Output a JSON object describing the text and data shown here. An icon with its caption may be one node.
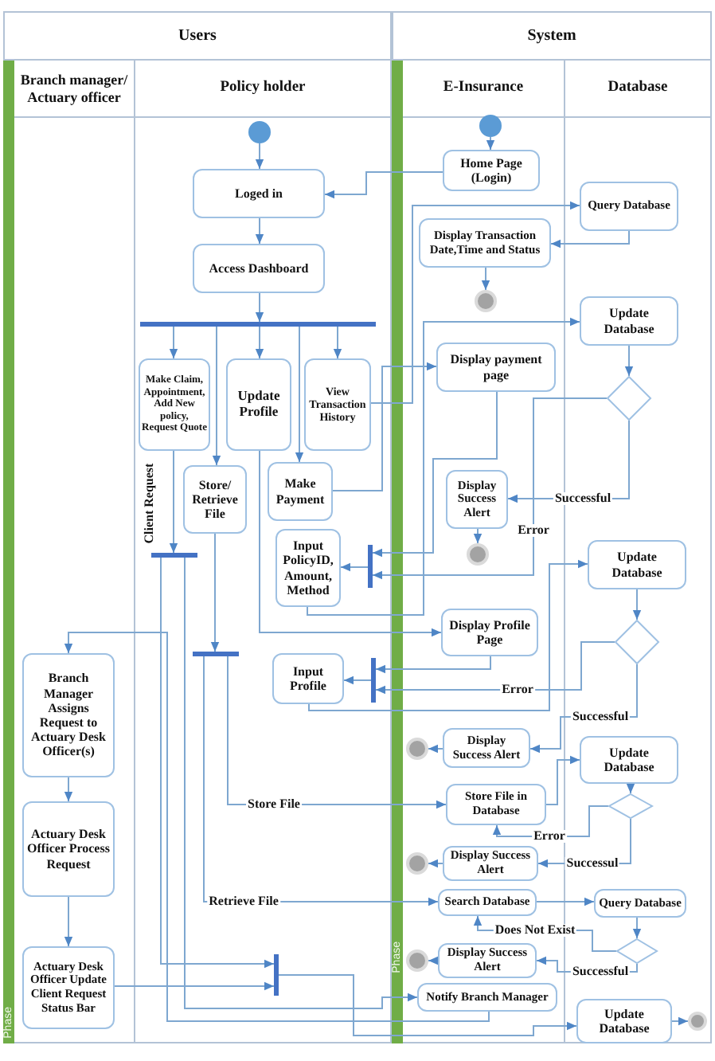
{
  "diagram": {
    "nodes": [
      {
        "text": [
          "Users"
        ]
      },
      {
        "text": [
          "Phase"
        ],
        "in": 0
      },
      {
        "text": [
          "Branch manager/ Actuary officer"
        ],
        "in": 0
      },
      {
        "text": [
          "Policy holder"
        ],
        "in": 0
      },
      {
        "text": [
          "System"
        ]
      },
      {
        "text": [
          "Phase"
        ],
        "in": 4
      },
      {
        "text": [
          "E-Insurance"
        ],
        "in": 4
      },
      {
        "text": [
          "Database"
        ],
        "in": 4
      },
      {
        "text": [],
        "shape": "circle",
        "in": 3
      },
      {
        "text": [],
        "shape": "circle",
        "in": 6
      },
      {
        "text": [
          "Home Page (Login)"
        ],
        "in": 6
      },
      {
        "text": [
          "Loged in"
        ],
        "in": 3
      },
      {
        "text": [
          "Query Database"
        ],
        "in": 7
      },
      {
        "text": [
          "Display Transaction Date,Time and Status"
        ],
        "in": 6
      },
      {
        "text": [
          "Access Dashboard"
        ],
        "in": 3
      },
      {
        "text": [],
        "shape": "ring",
        "in": 6
      },
      {
        "text": [
          "Update Database"
        ],
        "in": 7
      },
      {
        "text": [],
        "shape": "bar",
        "in": 3
      },
      {
        "text": [
          "Display payment page"
        ],
        "in": 6
      },
      {
        "text": [],
        "shape": "diamond",
        "in": 7
      },
      {
        "text": [
          "Make Claim, Appointment, Add New policy, Request Quote"
        ],
        "in": 3
      },
      {
        "text": [
          "Update Profile"
        ],
        "in": 3
      },
      {
        "text": [
          "View Transaction History"
        ],
        "in": 3
      },
      {
        "text": [
          "Store/ Retrieve File"
        ],
        "in": 3
      },
      {
        "text": [
          "Make Payment"
        ],
        "in": 3
      },
      {
        "text": [
          "Display Success Alert"
        ],
        "in": 6
      },
      {
        "text": [
          "Input PolicyID, Amount, Method"
        ],
        "in": 3
      },
      {
        "text": [],
        "shape": "bar",
        "in": 3
      },
      {
        "text": [],
        "shape": "bar",
        "in": 3
      },
      {
        "text": [],
        "shape": "ring",
        "in": 6
      },
      {
        "text": [
          "Update Database"
        ],
        "in": 7
      },
      {
        "text": [
          "Display Profile Page"
        ],
        "in": 6
      },
      {
        "text": [],
        "shape": "diamond",
        "in": 7
      },
      {
        "text": [],
        "shape": "bar",
        "in": 3
      },
      {
        "text": [
          "Input Profile"
        ],
        "in": 3
      },
      {
        "text": [],
        "shape": "bar",
        "in": 3
      },
      {
        "text": [
          "Branch Manager Assigns Request to Actuary Desk Officer(s)"
        ],
        "in": 2
      },
      {
        "text": [
          "Display Success Alert"
        ],
        "in": 6
      },
      {
        "text": [],
        "shape": "ring",
        "in": 6
      },
      {
        "text": [
          "Update Database"
        ],
        "in": 7
      },
      {
        "text": [
          "Store File in Database"
        ],
        "in": 6
      },
      {
        "text": [],
        "shape": "diamond",
        "in": 7
      },
      {
        "text": [
          "Actuary Desk Officer Process Request"
        ],
        "in": 2
      },
      {
        "text": [
          "Display Success Alert"
        ],
        "in": 6
      },
      {
        "text": [],
        "shape": "ring",
        "in": 6
      },
      {
        "text": [
          "Search Database"
        ],
        "in": 6
      },
      {
        "text": [
          "Query Database"
        ],
        "in": 7
      },
      {
        "text": [],
        "shape": "diamond",
        "in": 7
      },
      {
        "text": [
          "Display Success Alert"
        ],
        "in": 6
      },
      {
        "text": [],
        "shape": "ring",
        "in": 6
      },
      {
        "text": [
          "Actuary Desk Officer Update Client Request Status Bar"
        ],
        "in": 2
      },
      {
        "text": [],
        "shape": "bar",
        "in": 3
      },
      {
        "text": [
          "Notify Branch Manager"
        ],
        "in": 6
      },
      {
        "text": [
          "Update Database"
        ],
        "in": 7
      },
      {
        "text": [],
        "shape": "ring",
        "in": 7
      }
    ],
    "edges": [
      {
        "from": 8,
        "to": 11,
        "arrow": "to"
      },
      {
        "from": 9,
        "to": 10,
        "arrow": "to"
      },
      {
        "from": 10,
        "to": 11,
        "arrow": "to"
      },
      {
        "from": 11,
        "to": 14,
        "arrow": "to"
      },
      {
        "from": 14,
        "to": 17,
        "arrow": "to"
      },
      {
        "from": 17,
        "to": 20,
        "arrow": "to"
      },
      {
        "from": 17,
        "to": 23,
        "arrow": "to"
      },
      {
        "from": 17,
        "to": 21,
        "arrow": "to"
      },
      {
        "from": 17,
        "to": 22,
        "arrow": "to"
      },
      {
        "from": 17,
        "to": 24,
        "arrow": "to"
      },
      {
        "from": 22,
        "to": 12,
        "arrow": "to"
      },
      {
        "from": 12,
        "to": 13,
        "arrow": "to"
      },
      {
        "from": 13,
        "to": 15,
        "arrow": "to"
      },
      {
        "from": 24,
        "to": 18,
        "arrow": "to"
      },
      {
        "from": 26,
        "to": 16,
        "arrow": "to"
      },
      {
        "from": 16,
        "to": 19,
        "arrow": "to"
      },
      {
        "from": 18,
        "to": 28,
        "arrow": "to"
      },
      {
        "from": 19,
        "to": 28,
        "label": "Error",
        "arrow": "to"
      },
      {
        "from": 19,
        "to": 25,
        "label": "Successful",
        "arrow": "to"
      },
      {
        "from": 25,
        "to": 29,
        "arrow": "to"
      },
      {
        "from": 28,
        "to": 26,
        "arrow": "to"
      },
      {
        "from": 21,
        "to": 31,
        "arrow": "to"
      },
      {
        "from": 20,
        "to": 27,
        "label": "Client Request",
        "arrow": "to"
      },
      {
        "from": 27,
        "to": 52,
        "arrow": "to"
      },
      {
        "from": 27,
        "to": 51,
        "arrow": "to"
      },
      {
        "from": 23,
        "to": 33,
        "arrow": "to"
      },
      {
        "from": 33,
        "to": 40,
        "label": "Store File",
        "arrow": "to"
      },
      {
        "from": 33,
        "to": 45,
        "label": "Retrieve File",
        "arrow": "to"
      },
      {
        "from": 31,
        "to": 35,
        "arrow": "to"
      },
      {
        "from": 35,
        "to": 34,
        "arrow": "to"
      },
      {
        "from": 34,
        "to": 30,
        "arrow": "to"
      },
      {
        "from": 30,
        "to": 32,
        "arrow": "to"
      },
      {
        "from": 32,
        "to": 35,
        "label": "Error",
        "arrow": "to"
      },
      {
        "from": 32,
        "to": 37,
        "label": "Successful",
        "arrow": "to"
      },
      {
        "from": 37,
        "to": 38,
        "arrow": "to"
      },
      {
        "from": 40,
        "to": 39,
        "arrow": "to"
      },
      {
        "from": 39,
        "to": 41,
        "arrow": "to"
      },
      {
        "from": 41,
        "to": 40,
        "label": "Error",
        "arrow": "to"
      },
      {
        "from": 41,
        "to": 43,
        "label": "Successul",
        "arrow": "to"
      },
      {
        "from": 43,
        "to": 44,
        "arrow": "to"
      },
      {
        "from": 45,
        "to": 46,
        "arrow": "to"
      },
      {
        "from": 46,
        "to": 47,
        "arrow": "to"
      },
      {
        "from": 47,
        "to": 45,
        "label": "Does Not Exist",
        "arrow": "to"
      },
      {
        "from": 47,
        "to": 48,
        "label": "Successful",
        "arrow": "to"
      },
      {
        "from": 48,
        "to": 49,
        "arrow": "to"
      },
      {
        "from": 36,
        "to": 42,
        "arrow": "to"
      },
      {
        "from": 42,
        "to": 50,
        "arrow": "to"
      },
      {
        "from": 50,
        "to": 51,
        "arrow": "to"
      },
      {
        "from": 51,
        "to": 53,
        "arrow": "to"
      },
      {
        "from": 52,
        "to": 36,
        "arrow": "to"
      },
      {
        "from": 53,
        "to": 54,
        "arrow": "to"
      }
    ]
  }
}
